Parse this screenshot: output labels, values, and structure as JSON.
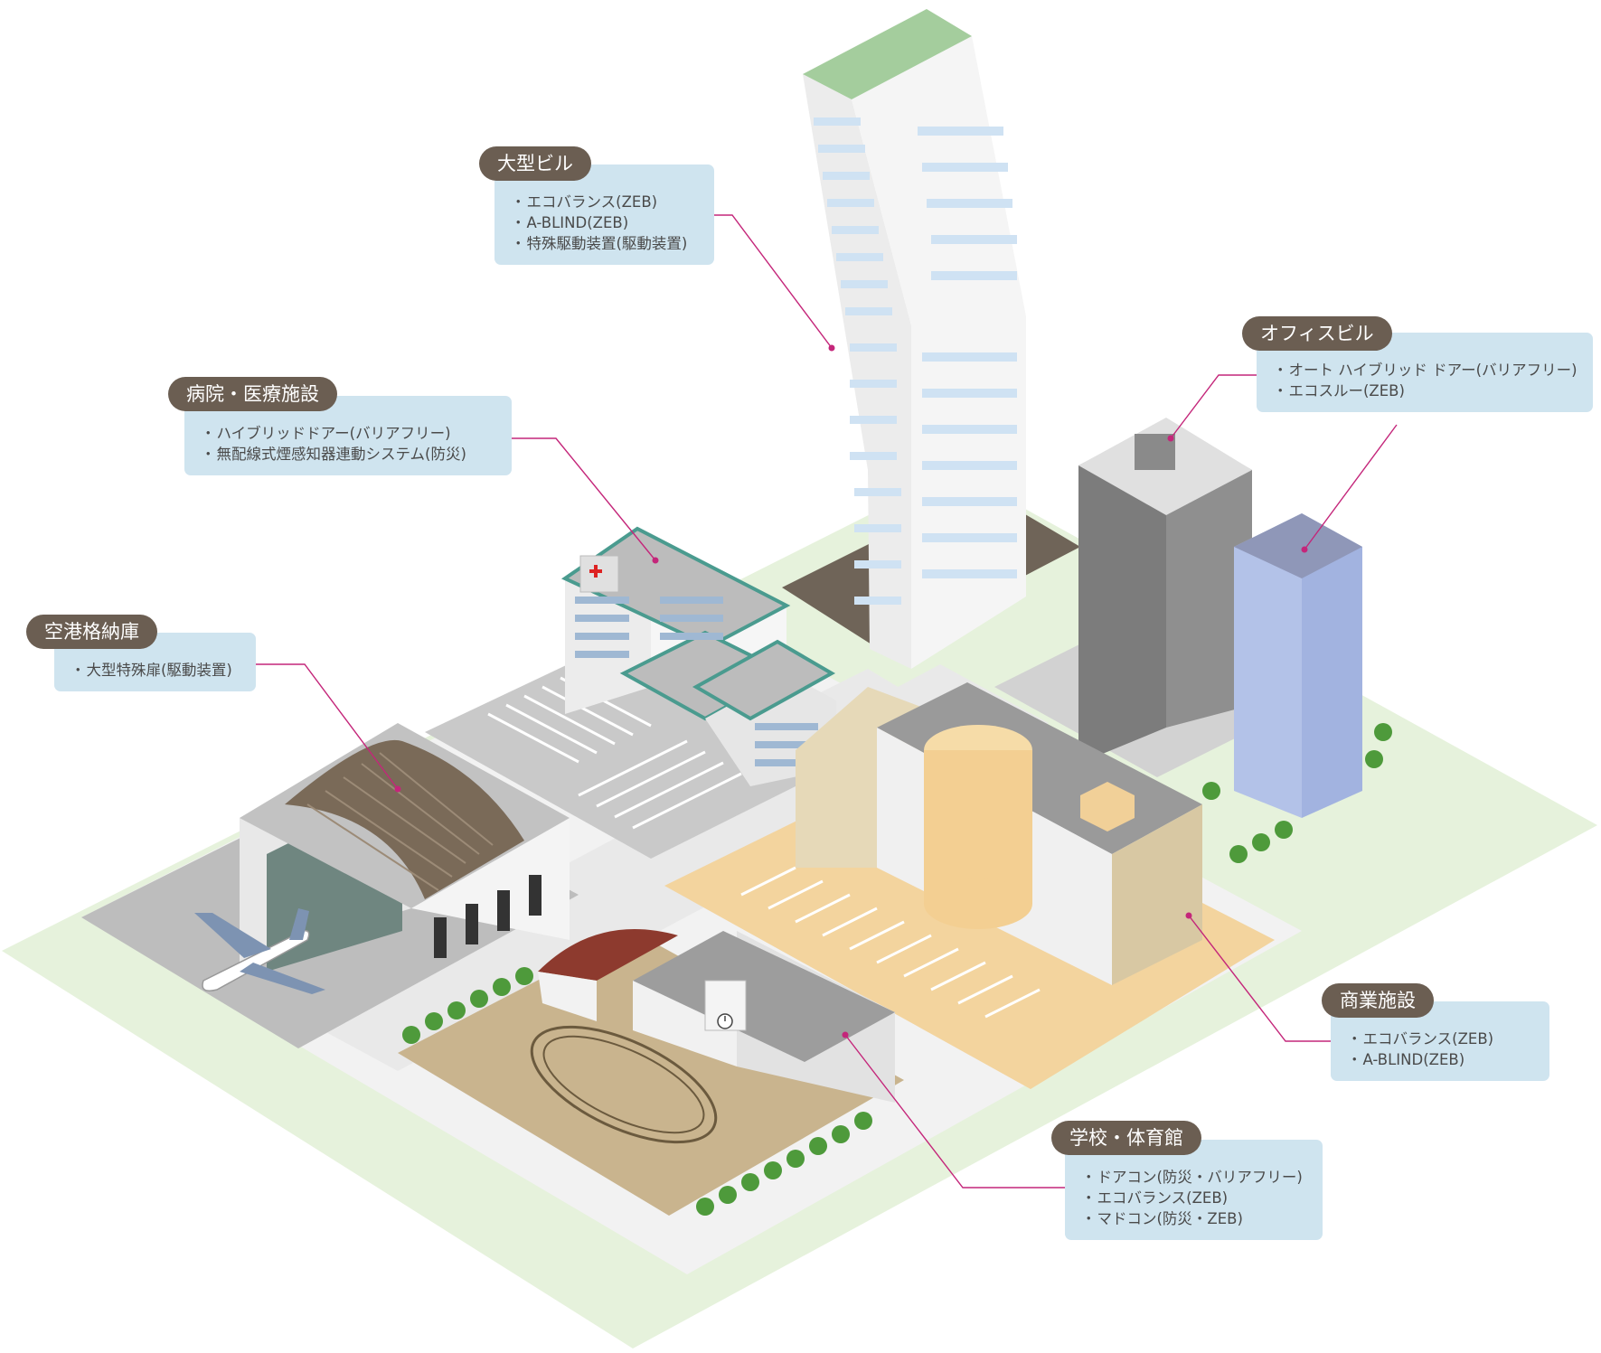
{
  "callouts": [
    {
      "id": "large-building",
      "label": "大型ビル",
      "items": [
        "エコバランス(ZEB)",
        "A-BLIND(ZEB)",
        "特殊駆動装置(駆動装置)"
      ]
    },
    {
      "id": "hospital",
      "label": "病院・医療施設",
      "items": [
        "ハイブリッドドアー(バリアフリー)",
        "無配線式煙感知器連動システム(防災)"
      ]
    },
    {
      "id": "airport-hangar",
      "label": "空港格納庫",
      "items": [
        "大型特殊扉(駆動装置)"
      ]
    },
    {
      "id": "office-building",
      "label": "オフィスビル",
      "items": [
        "オート ハイブリッド ドアー(バリアフリー)",
        "エコスルー(ZEB)"
      ]
    },
    {
      "id": "commercial",
      "label": "商業施設",
      "items": [
        "エコバランス(ZEB)",
        "A-BLIND(ZEB)"
      ]
    },
    {
      "id": "school-gym",
      "label": "学校・体育館",
      "items": [
        "ドアコン(防災・バリアフリー)",
        "エコバランス(ZEB)",
        "マドコン(防災・ZEB)"
      ]
    }
  ],
  "colors": {
    "label_bg": "#6b5e52",
    "box_bg": "#cfe4ef",
    "leader_line": "#c4267a",
    "ground": "#e6f2dc",
    "road": "#eeeeee",
    "tan_lot": "#f3d49e"
  },
  "icons": [
    "hospital-cross-icon",
    "clock-icon",
    "airplane-icon"
  ]
}
